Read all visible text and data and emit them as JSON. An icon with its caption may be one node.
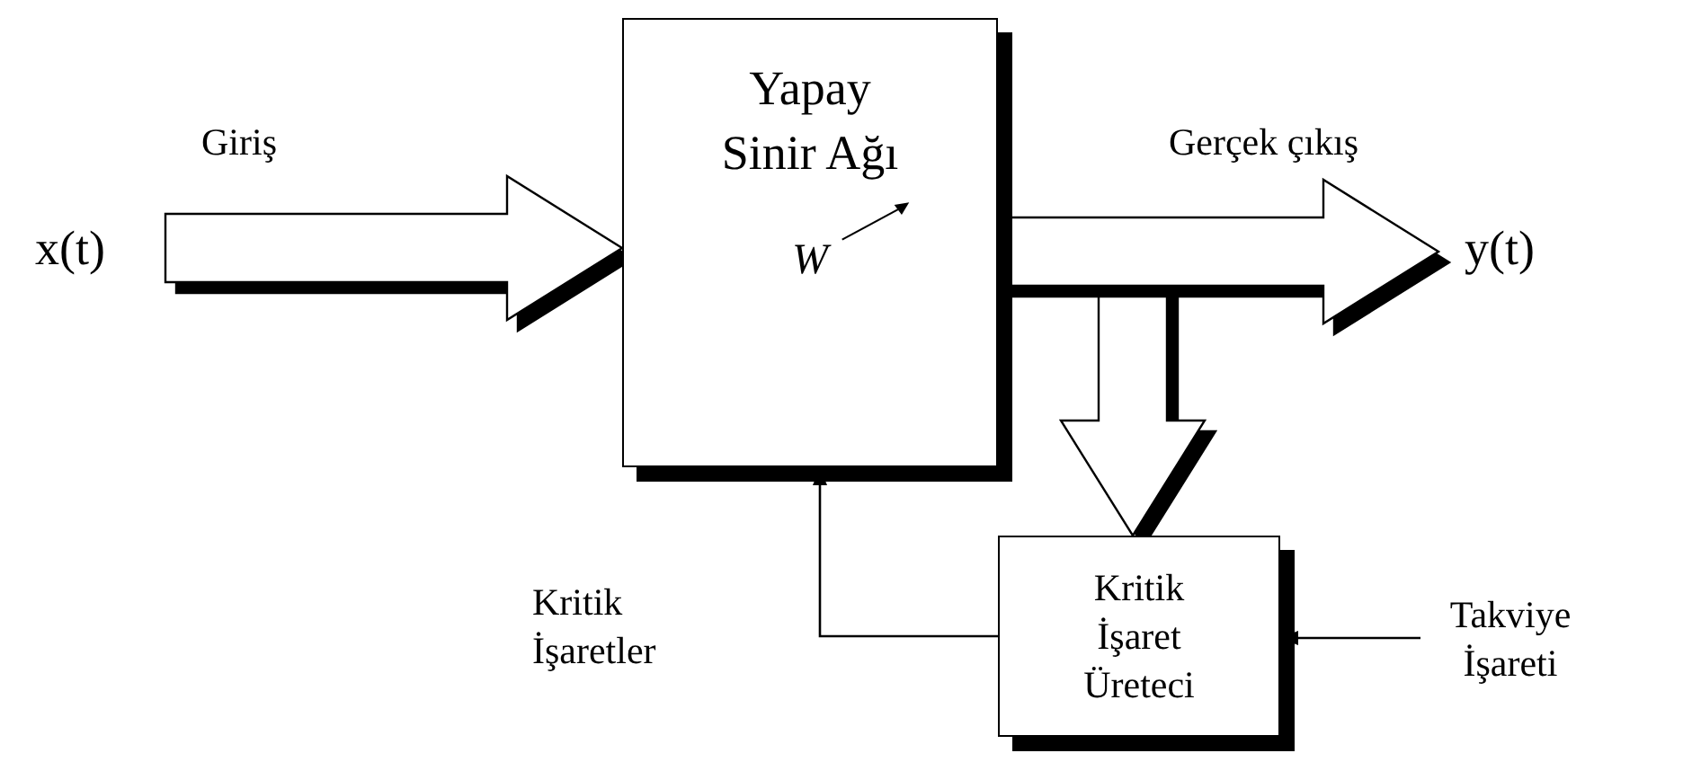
{
  "diagram": {
    "nodes": [
      {
        "text": [
          "x(t)"
        ]
      },
      {
        "text": [
          "Yapay Sinir Ağı",
          "W"
        ]
      },
      {
        "text": [
          "y(t)"
        ]
      },
      {
        "text": [
          "Kritik İşaret Üreteci"
        ]
      },
      {
        "text": [
          "Takviye İşareti"
        ]
      }
    ],
    "edges": [
      {
        "from": 0,
        "to": 1,
        "arrow": "to",
        "label": "Giriş",
        "style": "thick"
      },
      {
        "from": 1,
        "to": 2,
        "arrow": "to",
        "label": "Gerçek çıkış",
        "style": "thick"
      },
      {
        "from": 1,
        "to": 3,
        "arrow": "to",
        "style": "thick"
      },
      {
        "from": 3,
        "to": 1,
        "arrow": "to",
        "label": "Kritik İşaretler"
      },
      {
        "from": 4,
        "to": 3,
        "arrow": "to"
      }
    ]
  }
}
